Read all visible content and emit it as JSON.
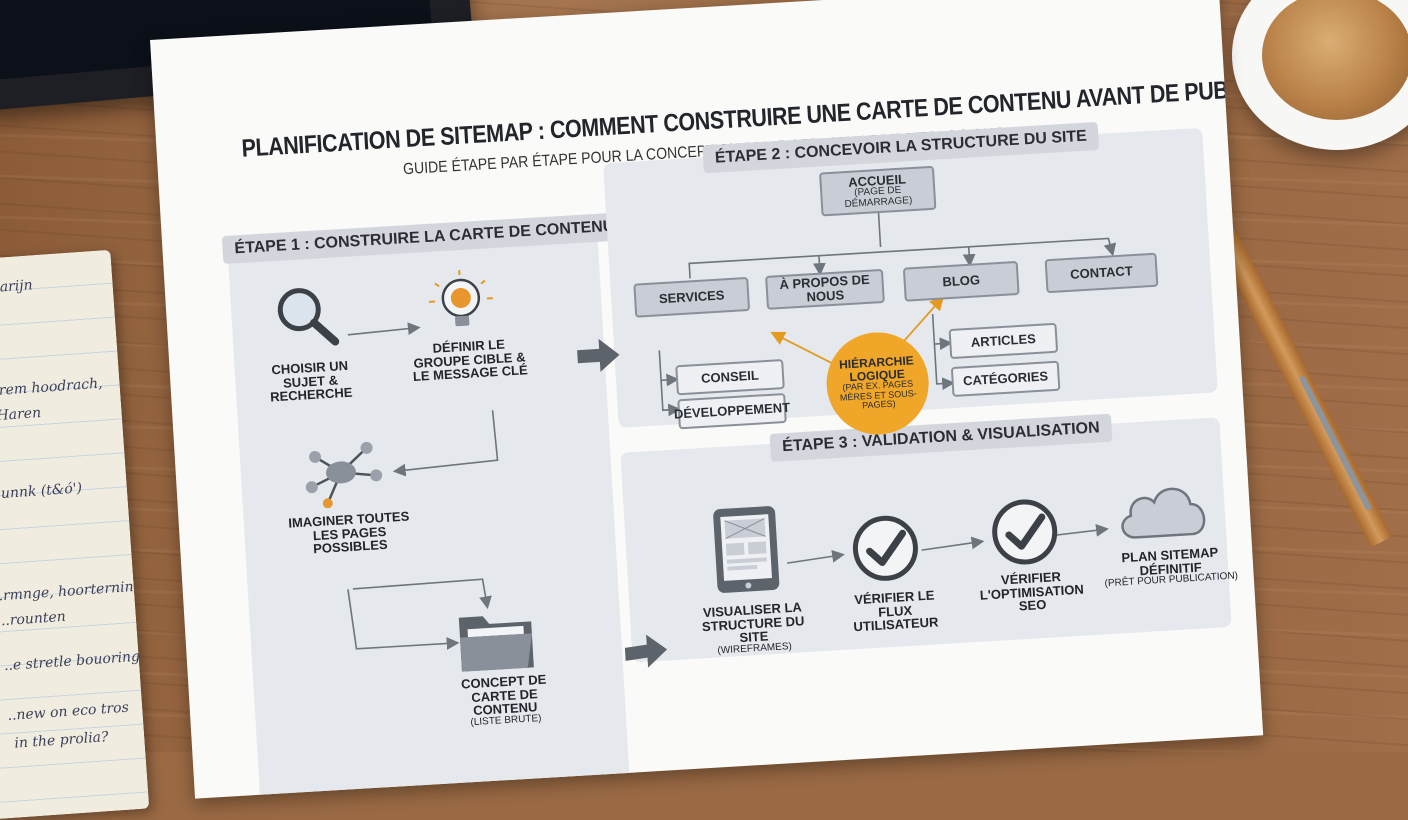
{
  "title": "PLANIFICATION DE SITEMAP : COMMENT CONSTRUIRE UNE CARTE DE CONTENU AVANT DE PUBLIER",
  "subtitle": "GUIDE ÉTAPE PAR ÉTAPE POUR LA CONCEPTION D'UNE STRUCTURE DE SITE LOGIQUE",
  "step1": {
    "label": "ÉTAPE 1 : CONSTRUIRE LA CARTE DE CONTENU",
    "items": [
      {
        "text": "CHOISIR UN SUJET & RECHERCHE",
        "icon": "magnifier-icon"
      },
      {
        "text": "DÉFINIR LE GROUPE CIBLE & LE MESSAGE CLÉ",
        "icon": "lightbulb-brain-icon"
      },
      {
        "text": "IMAGINER TOUTES LES PAGES POSSIBLES",
        "icon": "network-icon"
      },
      {
        "text": "CONCEPT DE CARTE DE CONTENU",
        "sub": "(LISTE BRUTE)",
        "icon": "folder-icon"
      }
    ]
  },
  "step2": {
    "label": "ÉTAPE 2 : CONCEVOIR LA STRUCTURE DU SITE",
    "home": "ACCUEIL",
    "home_sub": "(PAGE DE DÉMARRAGE)",
    "level1": [
      "SERVICES",
      "À PROPOS DE NOUS",
      "BLOG",
      "CONTACT"
    ],
    "services_children": [
      "CONSEIL",
      "DÉVELOPPEMENT"
    ],
    "blog_children": [
      "ARTICLES",
      "CATÉGORIES"
    ],
    "callout_title": "HIÉRARCHIE LOGIQUE",
    "callout_sub": "(PAR EX. PAGES MÈRES ET SOUS-PAGES)",
    "callout_color": "#f0a628"
  },
  "step3": {
    "label": "ÉTAPE 3 : VALIDATION & VISUALISATION",
    "items": [
      {
        "text": "VISUALISER LA STRUCTURE DU SITE",
        "sub": "(WIREFRAMES)",
        "icon": "tablet-wireframe-icon"
      },
      {
        "text": "VÉRIFIER LE FLUX UTILISATEUR",
        "icon": "checkmark-circle-icon"
      },
      {
        "text": "VÉRIFIER L'OPTIMISATION SEO",
        "icon": "checkmark-circle-icon"
      },
      {
        "text": "PLAN SITEMAP DÉFINITIF",
        "sub": "(PRÊT POUR PUBLICATION)",
        "icon": "cloud-icon"
      }
    ]
  },
  "notebook": {
    "lines": [
      "..marijn",
      "Agrem hoodrach,",
      "Haren",
      "..unnk (t&ó')",
      "..rmnge, hoorterning.",
      "..rounten",
      "..e stretle bouoring.",
      "..new on eco tros",
      "in the prolia?"
    ]
  }
}
